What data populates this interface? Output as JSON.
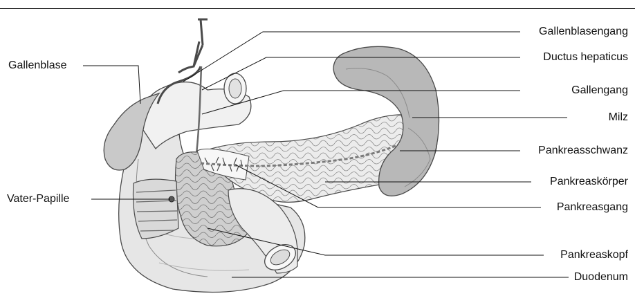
{
  "labels": {
    "gallenblase": "Gallenblase",
    "vater_papille": "Vater-Papille",
    "gallenblasengang": "Gallenblasengang",
    "ductus_hepaticus": "Ductus hepaticus",
    "gallengang": "Gallengang",
    "milz": "Milz",
    "pankreasschwanz": "Pankreasschwanz",
    "pankreaskoerper": "Pankreaskörper",
    "pankreasgang": "Pankreasgang",
    "pankreaskopf": "Pankreaskopf",
    "duodenum": "Duodenum"
  },
  "colors": {
    "line": "#111111",
    "outline": "#4a4a4a",
    "organ_fill": "#e9e9e9",
    "organ_light": "#f4f4f4",
    "organ_mid": "#d6d6d6",
    "organ_dark": "#a9a9a9",
    "spleen_dark": "#8e8e8e"
  }
}
